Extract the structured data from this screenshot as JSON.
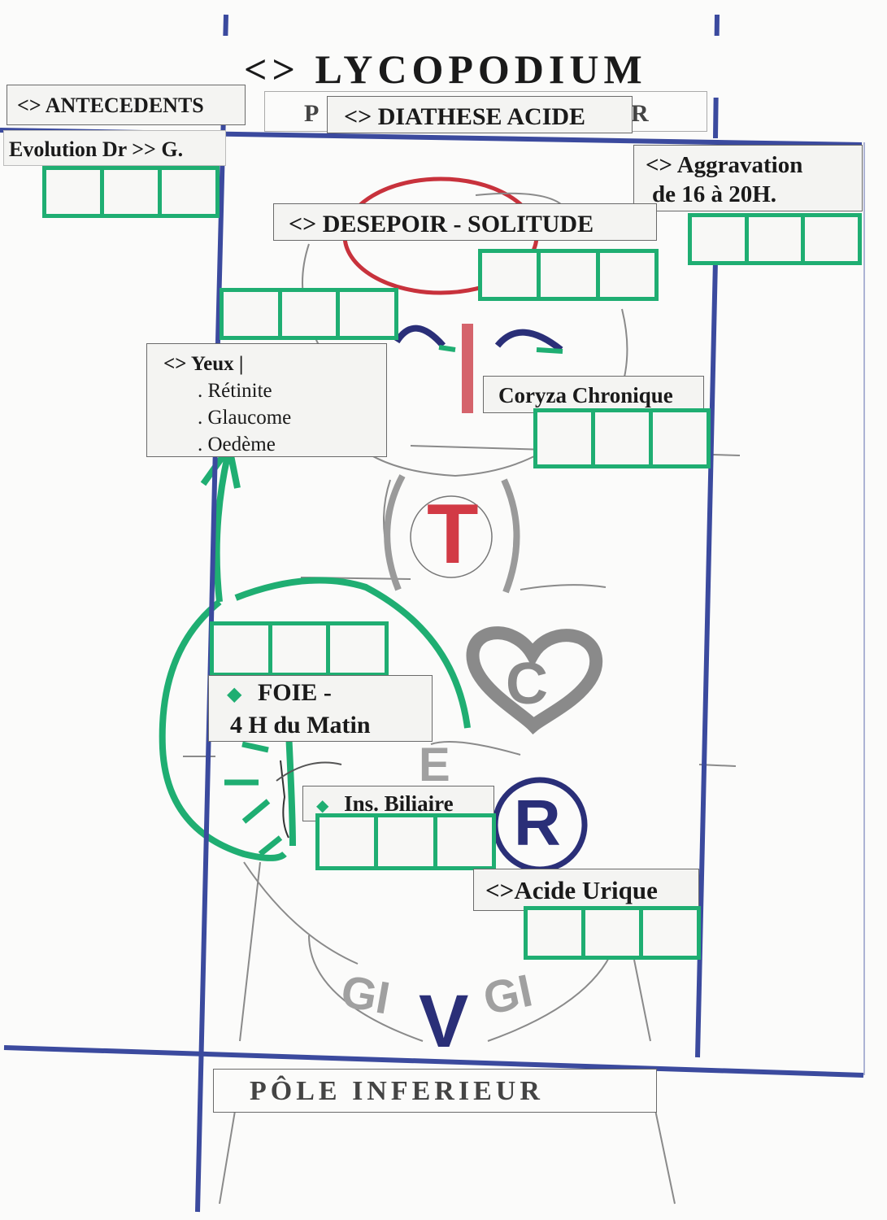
{
  "title": "<> LYCOPODIUM",
  "pole_sup_partial_left": "P",
  "pole_sup_partial_right": "R",
  "antecedents": "<>  ANTECEDENTS",
  "diathese": "<>  DIATHESE ACIDE",
  "evolution": "Evolution  Dr  >>  G.",
  "aggravation_line1": "<>  Aggravation",
  "aggravation_line2": "de  16  à  20H.",
  "desepoir": "<>  DESEPOIR  -  SOLITUDE",
  "yeux": {
    "heading": "<>  Yeux |",
    "items": [
      ". Rétinite",
      ". Glaucome",
      ". Oedème"
    ]
  },
  "coryza": "Coryza  Chronique",
  "foie_line1": "FOIE  -",
  "foie_line2": "4 H    du Matin",
  "ins_biliaire": "Ins. Biliaire",
  "acide_urique": "<>Acide  Urique",
  "pole_inferieur": "PÔLE  INFERIEUR",
  "organ_letters": {
    "thyroid": "T",
    "heart": "C",
    "stomach": "E",
    "kidney": "R",
    "vessie": "V",
    "gi_left": "GI",
    "gi_right": "GI"
  },
  "colors": {
    "frame_blue": "#3b4a9e",
    "marker_green": "#1fae72",
    "red": "#c8323c",
    "navy": "#2a2f78",
    "pencil_grey": "#8a8a8a"
  },
  "icons": [
    "diamond-bullet-icon"
  ]
}
